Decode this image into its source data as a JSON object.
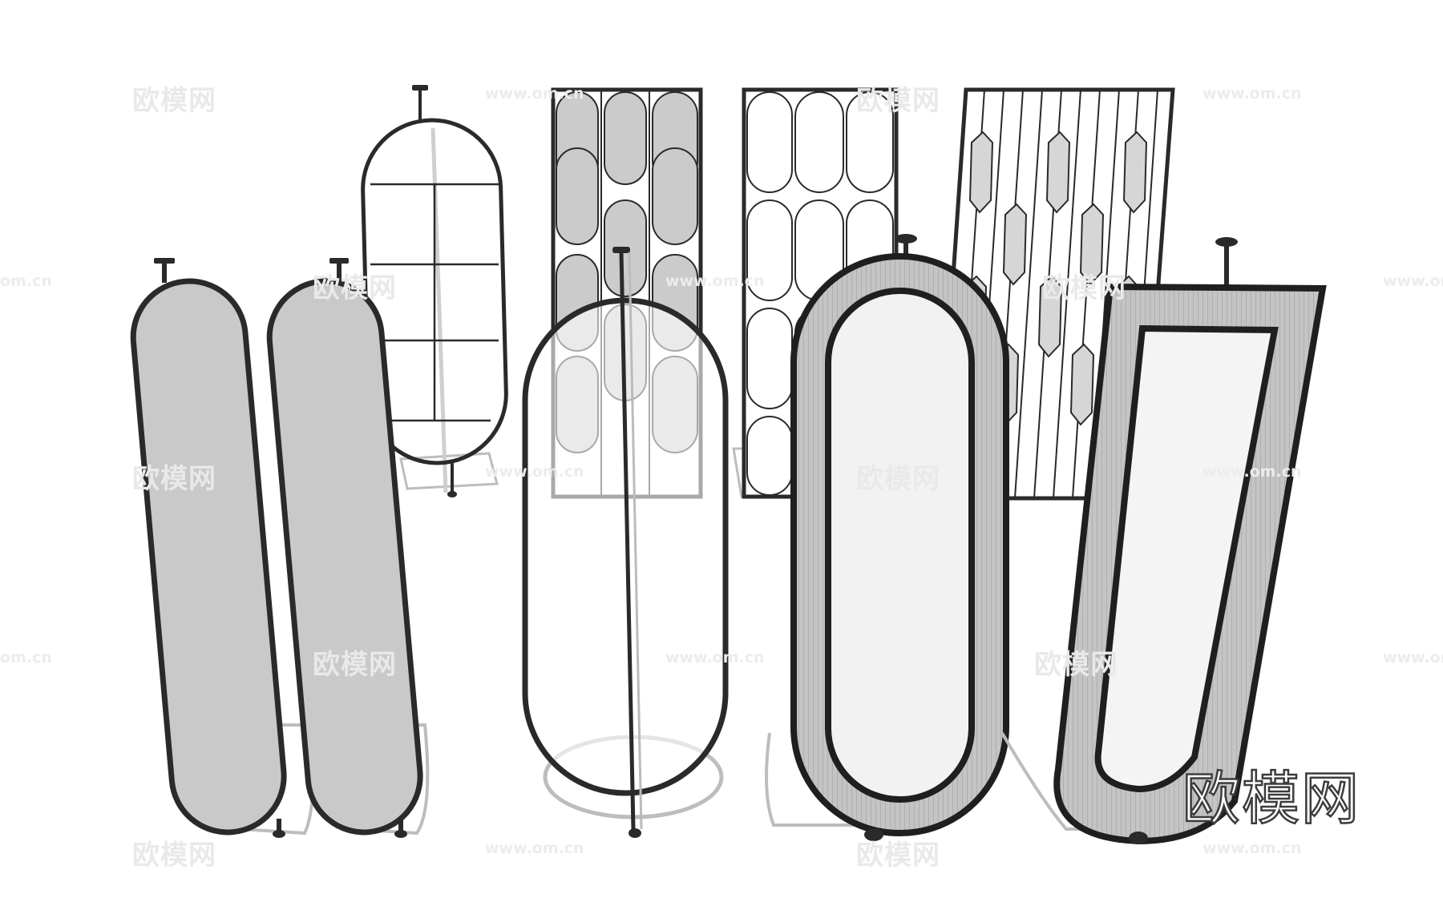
{
  "watermarks": {
    "brand_large": "欧模网",
    "brand_small": "欧模网",
    "url": "www.om.cn",
    "url_cut": "om.cn"
  },
  "colors": {
    "frame": "#2a2a2a",
    "panel_fill": "#c9c9c9",
    "shadow": "#bdbdbd",
    "background": "#ffffff"
  },
  "screens": [
    "oval-gray-screen-left",
    "oval-gray-screen-right",
    "oval-grid-screen-back",
    "lattice-panel-gray",
    "oval-ring-screen-pole",
    "lattice-panel-white",
    "hexagon-panel",
    "thick-oval-ring-screen",
    "thick-rect-frame-screen"
  ]
}
